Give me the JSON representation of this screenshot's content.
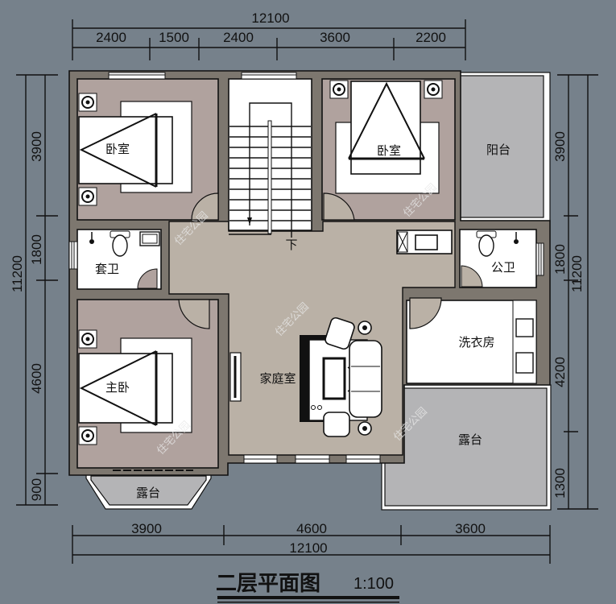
{
  "plan": {
    "title": "二层平面图",
    "scale": "1:100",
    "colors": {
      "background": "#76818b",
      "wall": "#7d776f",
      "bedroom_floor": "#b0a29e",
      "hall_floor": "#bab1a6",
      "balcony_floor": "#b4b4b6",
      "wet_room_floor": "#ffffff",
      "line": "#111111"
    }
  },
  "dimensions": {
    "top_total": "12100",
    "top_segments": [
      "2400",
      "1500",
      "2400",
      "3600",
      "2200"
    ],
    "bottom_segments": [
      "3900",
      "4600",
      "3600"
    ],
    "bottom_total": "12100",
    "left_segments": [
      "3900",
      "1800",
      "4600",
      "900"
    ],
    "left_total": "11200",
    "right_segments": [
      "3900",
      "1800",
      "4200",
      "1300"
    ],
    "right_total": "11200"
  },
  "rooms": {
    "bedroom_nw": "卧室",
    "bedroom_ne": "卧室",
    "balcony_e": "阳台",
    "ensuite_bath": "套卫",
    "public_bath": "公卫",
    "master_bedroom": "主卧",
    "family_room": "家庭室",
    "laundry": "洗衣房",
    "terrace_sw": "露台",
    "terrace_se": "露台",
    "stair_down": "下"
  },
  "watermark": "住宅公园"
}
